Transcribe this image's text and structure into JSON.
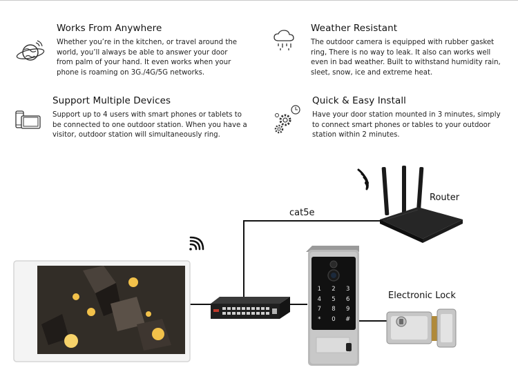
{
  "features": [
    {
      "title": "Works From Anywhere",
      "text": "Whether you’re in the kitchen, or travel around the world, you’ll always be able to answer your door from palm of your hand. It even works when your phone is roaming on 3G./4G/5G networks.",
      "icon": "globe-wifi-icon"
    },
    {
      "title": "Weather Resistant",
      "text": "The outdoor camera is equipped with rubber gasket ring, There is no way to leak. It also can works well even in bad weather. Built to withstand humidity rain, sleet, snow, ice and extreme heat.",
      "icon": "cloud-rain-icon"
    },
    {
      "title": "Support Multiple Devices",
      "text": "Support up to 4 users with smart phones or tablets to be connected to one outdoor station. When you have a visitor, outdoor station will simultaneously ring.",
      "icon": "phone-tablet-icon"
    },
    {
      "title": "Quick & Easy Install",
      "text": "Have your door station mounted in 3 minutes, simply to connect smart phones or tables to your outdoor station within 2 minutes.",
      "icon": "gears-clock-icon"
    }
  ],
  "diagram": {
    "router_label": "Router",
    "cable_label": "cat5e",
    "lock_label": "Electronic Lock",
    "keypad_keys": [
      "1",
      "2",
      "3",
      "4",
      "5",
      "6",
      "7",
      "8",
      "9",
      "*",
      "0",
      "#"
    ]
  },
  "colors": {
    "line": "#111111",
    "accent": "#f0b030"
  }
}
